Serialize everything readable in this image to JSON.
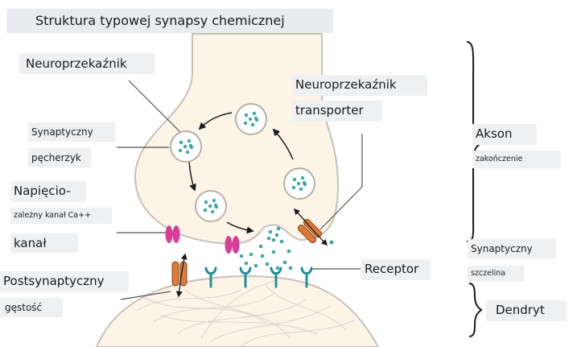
{
  "title": "Struktura typowej synapsy chemicznej",
  "labels": {
    "neurotransmitter": "Neuroprzekaźnik",
    "transporter_1": "Neuroprzekaźnik",
    "transporter_2": "transporter",
    "vesicle_1": "Synaptyczny",
    "vesicle_2": "pęcherzyk",
    "channel_1": "Napięcio-",
    "channel_2": "zależny kanał Ca++",
    "channel_3": "kanał",
    "psd_1": "Postsynaptyczny",
    "psd_2": "gęstość",
    "receptor": "Receptor",
    "axon_1": "Akson",
    "axon_2": "zakończenie",
    "cleft_1": "Synaptyczny",
    "cleft_2": "szczelina",
    "dendrite": "Dendryt"
  },
  "colors": {
    "cell": "#fbf4e7",
    "membrane": "#c8c0b8",
    "neurotransmitter": "#3aaba0",
    "calcium_channel": "#d93d97",
    "transporter": "#e07936",
    "receptor": "#1f8f99",
    "label_bg": "#eef0f2"
  }
}
